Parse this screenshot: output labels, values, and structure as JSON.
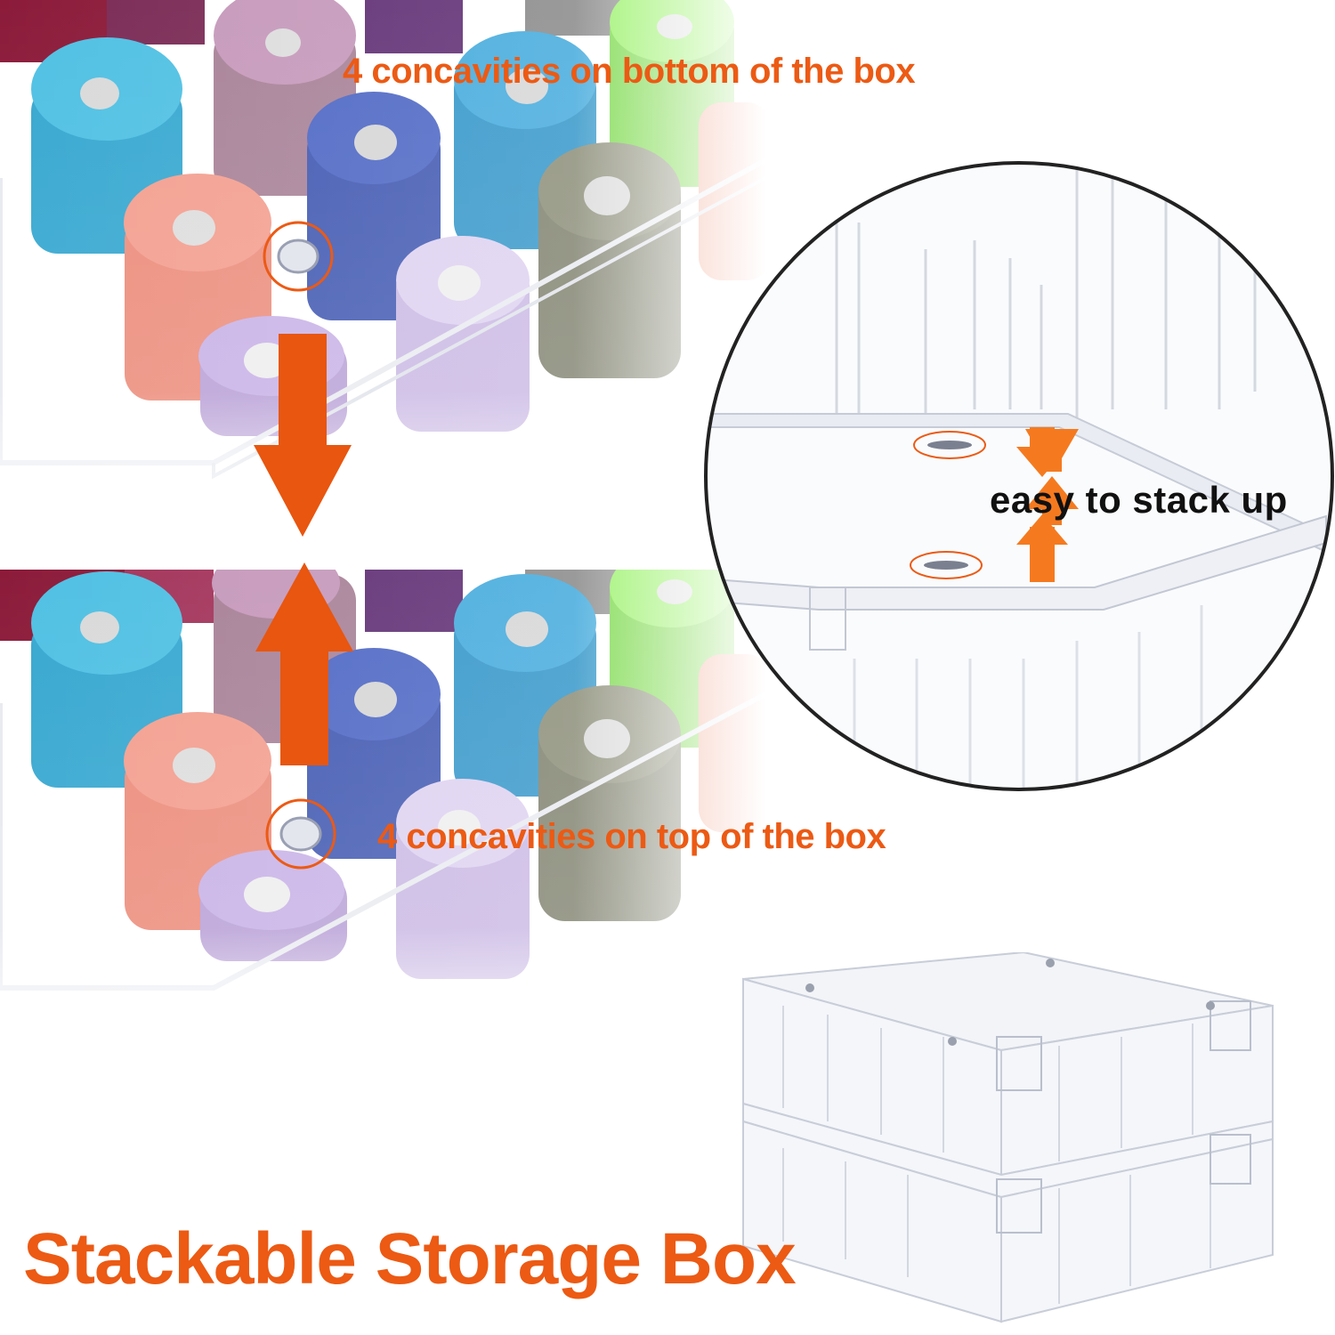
{
  "labels": {
    "bottom_concavities": "4 concavities on bottom of the box",
    "top_concavities": "4 concavities on top of the box",
    "stack": "easy to stack up",
    "title": "Stackable Storage Box"
  },
  "colors": {
    "accent": "#ec5a14",
    "arrow": "#e8560f",
    "stack_arrow": "#f57a1f",
    "text_dark": "#111111"
  },
  "icons": {
    "down_arrow": "arrow-down-icon",
    "up_arrow": "arrow-up-icon",
    "stack_arrows": "double-arrow-icon"
  }
}
